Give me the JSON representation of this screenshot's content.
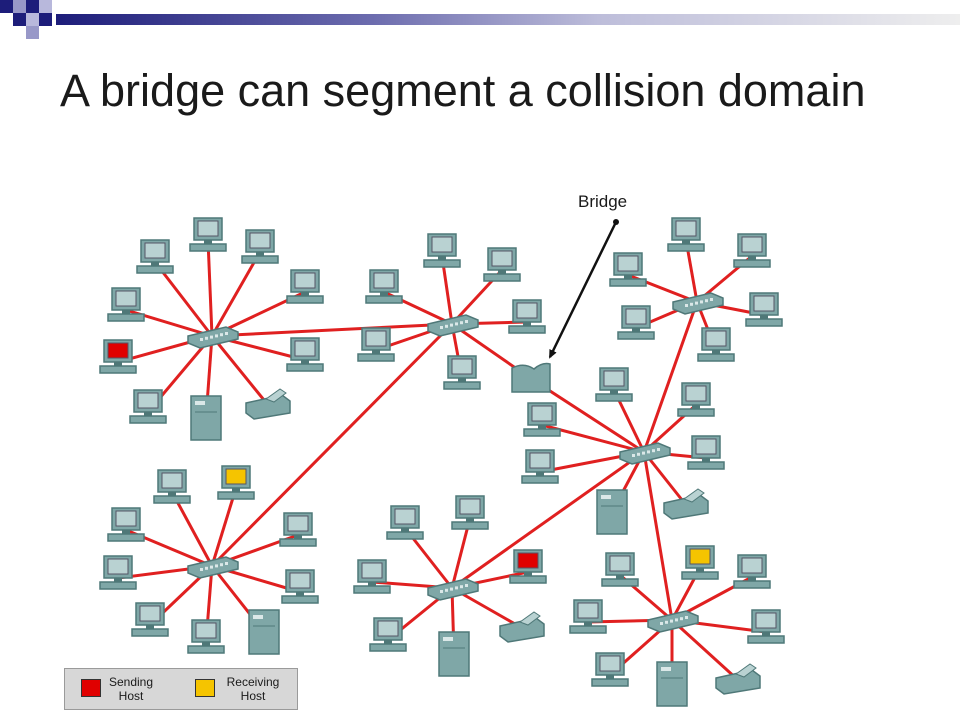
{
  "slide": {
    "title": "A bridge can segment a collision domain",
    "bridge_label": "Bridge"
  },
  "legend": {
    "sending": {
      "line1": "Sending",
      "line2": "Host",
      "color": "#e00000"
    },
    "receiving": {
      "line1": "Receiving",
      "line2": "Host",
      "color": "#f5c400"
    }
  },
  "colors": {
    "link": "#e02020",
    "device": "#7fa7a7",
    "device_dark": "#4f7878",
    "decor_navy": "#1d1d7a",
    "decor_gray": "#c8c8c8"
  },
  "diagram": {
    "device_types": [
      "pc",
      "hub",
      "server",
      "printer",
      "bridge"
    ],
    "icons": [
      "computer-icon",
      "hub-icon",
      "server-icon",
      "printer-icon",
      "bridge-icon"
    ]
  }
}
